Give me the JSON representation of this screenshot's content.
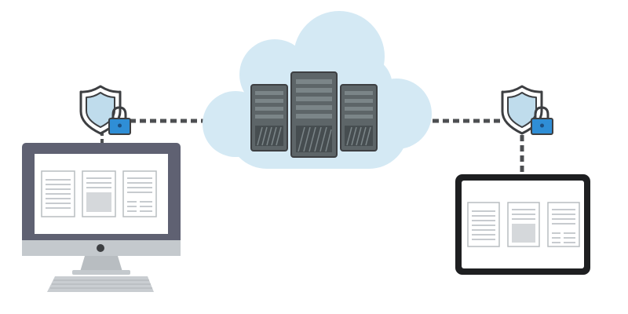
{
  "diagram": {
    "nodes": [
      {
        "name": "cloud-server-cluster",
        "icon": "server-rack-icon",
        "count": 3
      },
      {
        "name": "desktop-computer",
        "icon": "monitor-icon"
      },
      {
        "name": "tablet-device",
        "icon": "tablet-icon"
      }
    ],
    "connections": [
      {
        "from": "desktop-computer",
        "to": "cloud-server-cluster",
        "style": "dashed",
        "secured": true,
        "security_icon": "shield-lock-icon"
      },
      {
        "from": "tablet-device",
        "to": "cloud-server-cluster",
        "style": "dashed",
        "secured": true,
        "security_icon": "shield-lock-icon"
      }
    ]
  },
  "colors": {
    "cloud": "#d4e9f4",
    "server_body": "#5d6568",
    "server_dark": "#464d50",
    "server_slot": "#7b8588",
    "lock": "#2f8ed6",
    "lock_dark": "#1d6fb0",
    "shield_fill": "#bfdcec",
    "outline": "#3d3f42",
    "monitor_frame": "#5f6172",
    "monitor_chin": "#c4c9cd",
    "keyboard": "#c9cdd1",
    "doc_border": "#b9bdc1",
    "doc_line": "#c7cbcf",
    "doc_image": "#d5d8db",
    "link": "#4d4f52"
  }
}
